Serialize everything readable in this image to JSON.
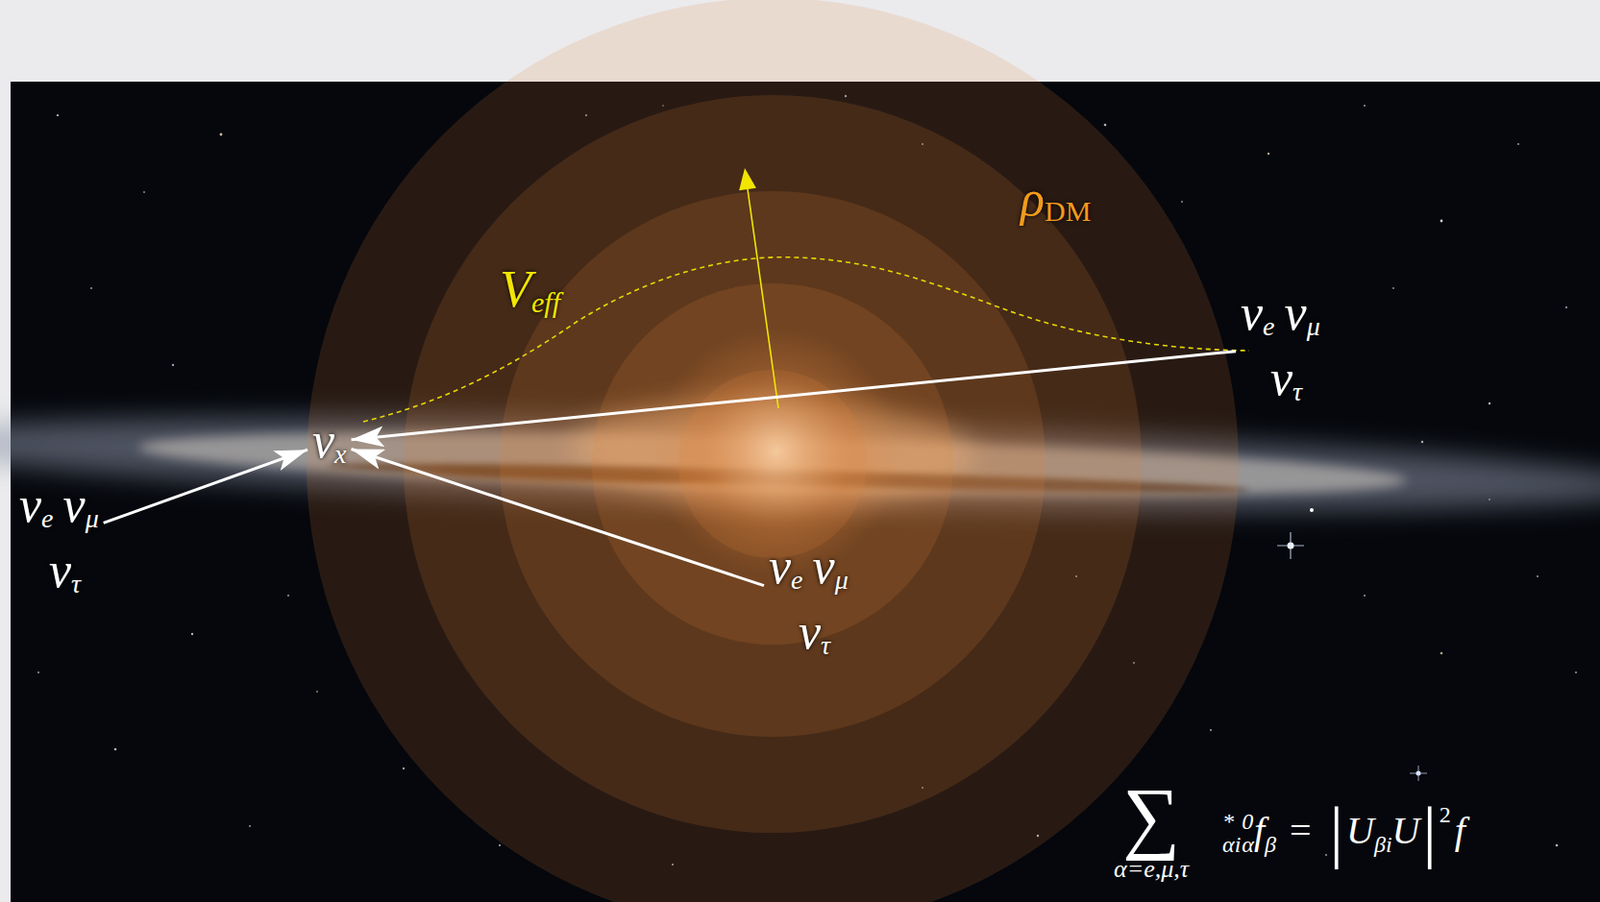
{
  "diagram": {
    "nodes": [
      {
        "text": [
          "νe",
          "νμ",
          "ντ"
        ]
      },
      {
        "text": [
          "νx"
        ]
      },
      {
        "text": [
          "νe",
          "νμ",
          "ντ"
        ]
      },
      {
        "text": [
          "νe",
          "νμ",
          "ντ"
        ]
      }
    ],
    "edges": [
      {
        "from": 0,
        "to": 1,
        "arrow": "to"
      },
      {
        "from": 2,
        "to": 1,
        "arrow": "to"
      },
      {
        "from": 3,
        "to": 1,
        "arrow": "to"
      }
    ],
    "labels": [
      "ρDM",
      "Veff",
      "f",
      "β",
      "=",
      "∑",
      "α=e,μ,τ",
      "|",
      "U",
      "βi",
      "U",
      "*",
      "αi",
      "|",
      "2",
      "f",
      "0",
      "α"
    ]
  }
}
